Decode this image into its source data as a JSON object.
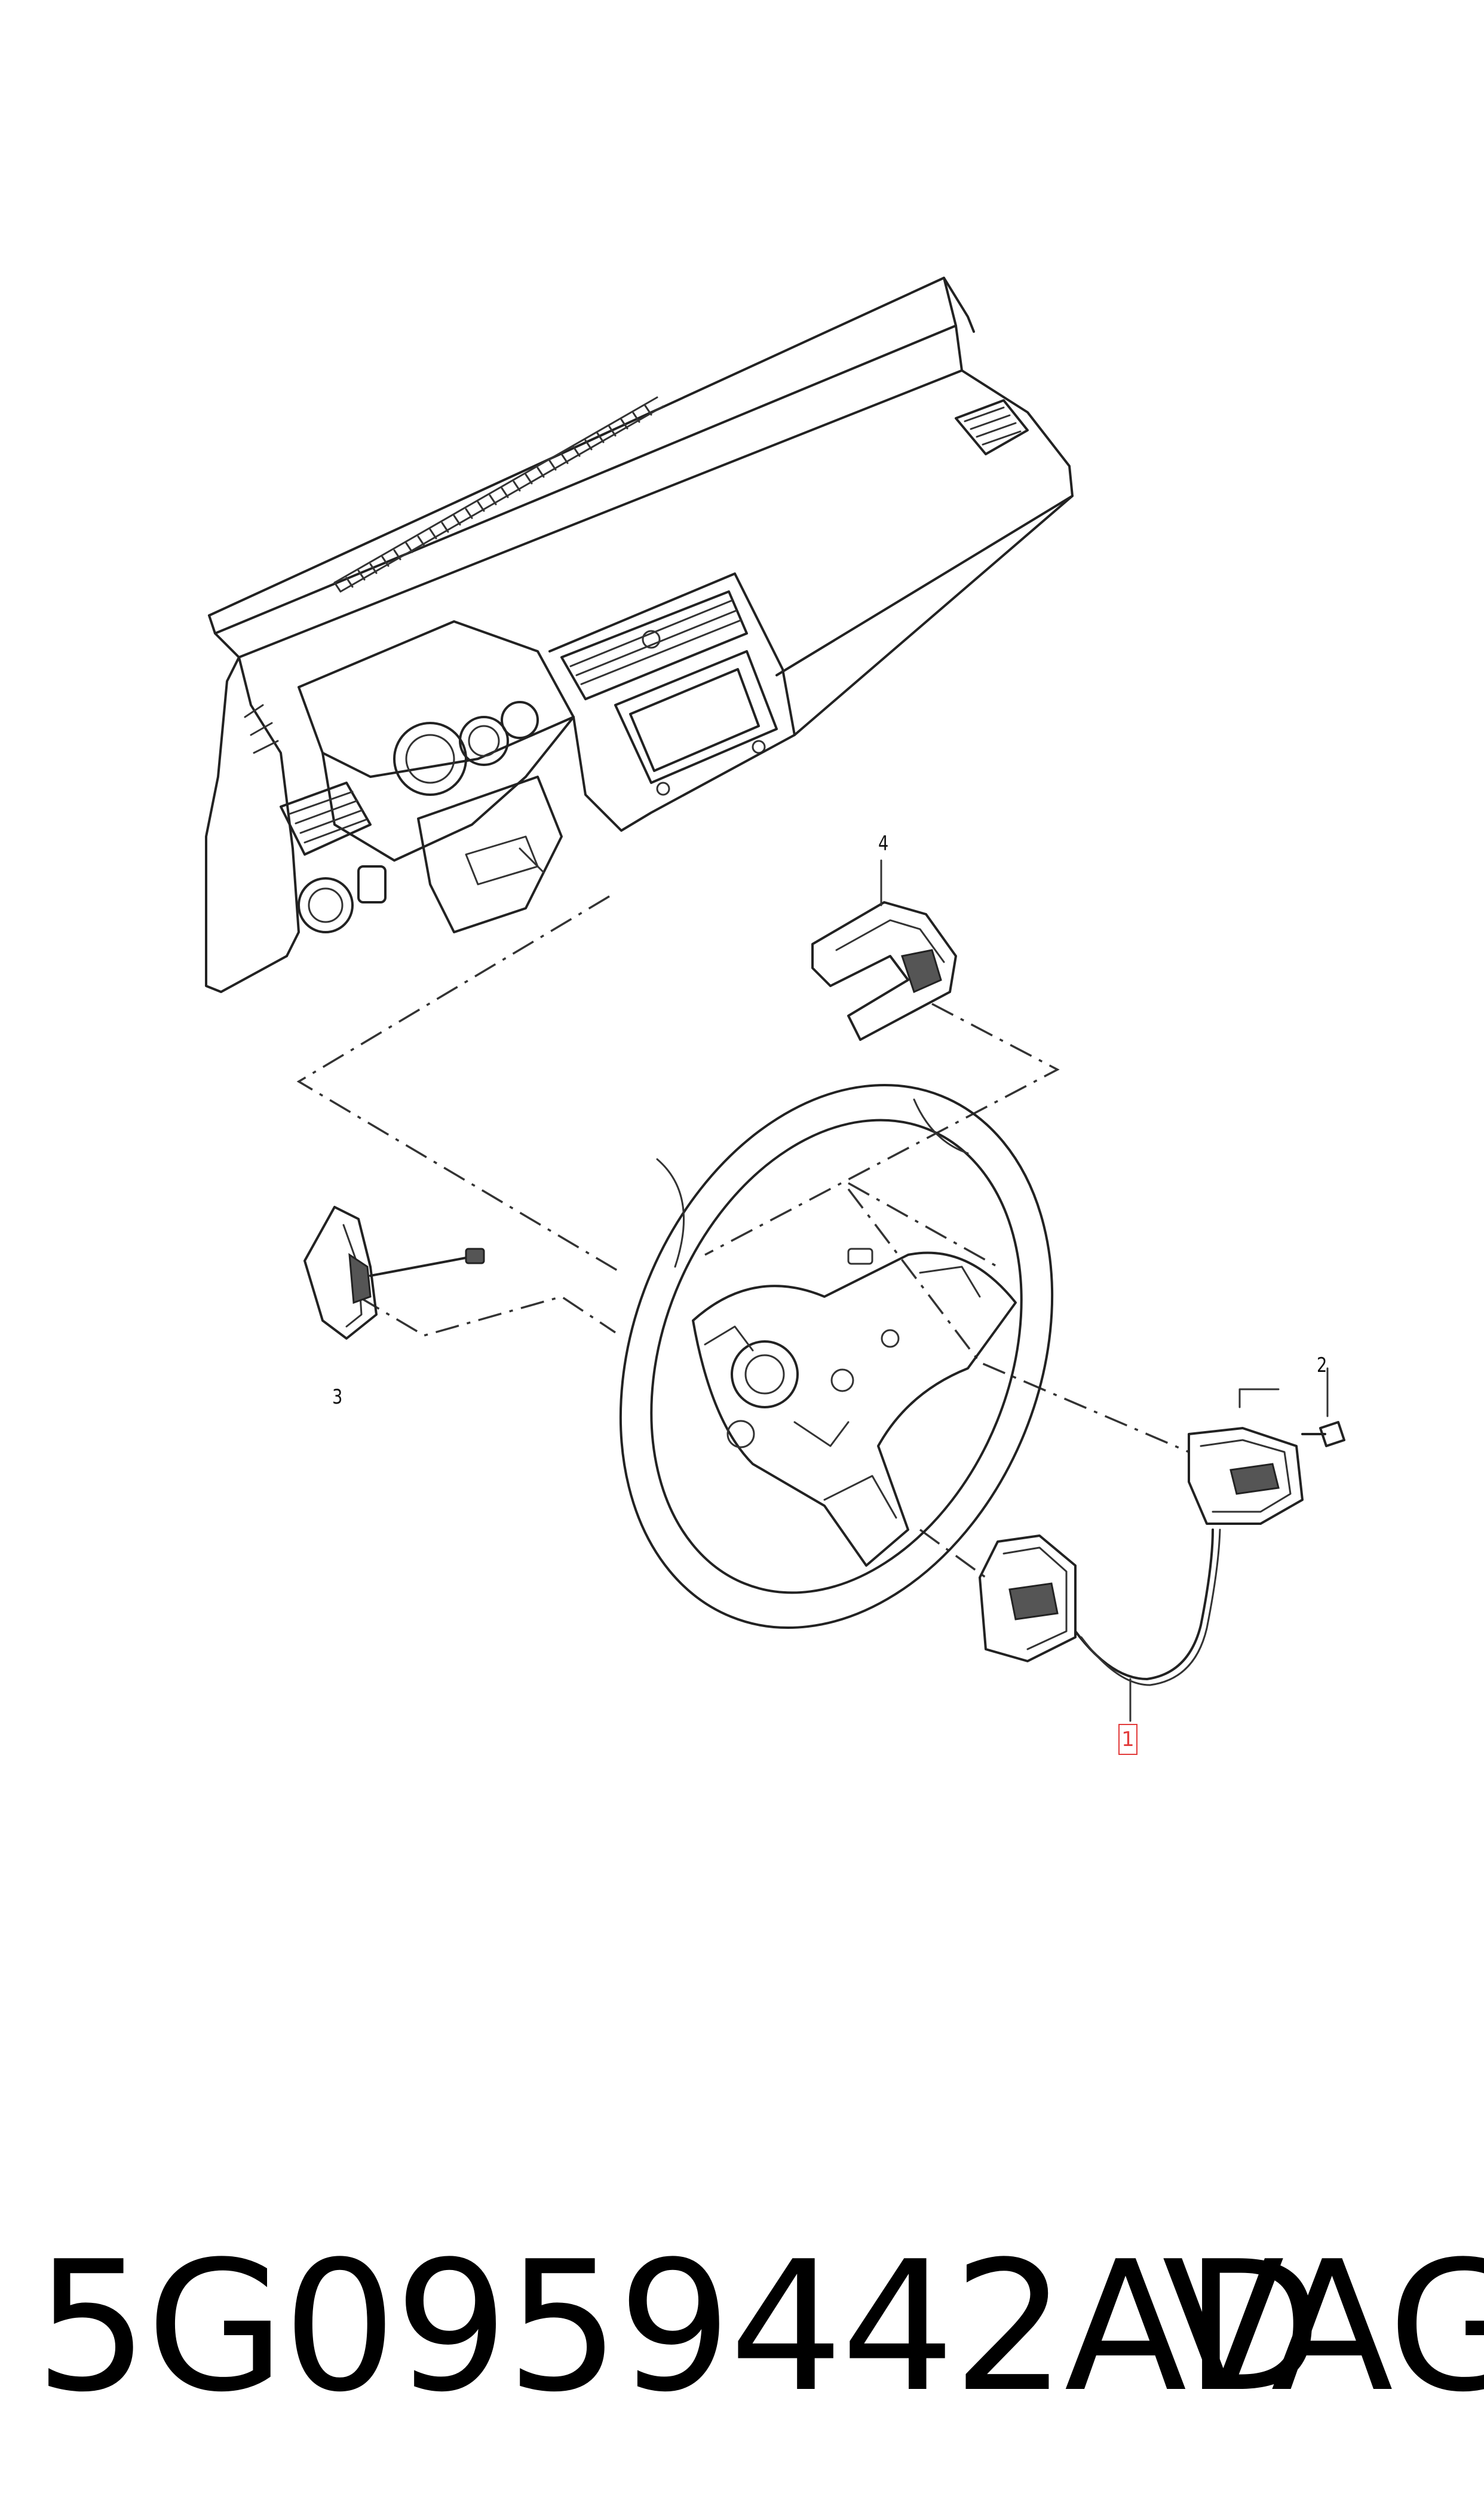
{
  "diagram": {
    "callouts": [
      {
        "id": "1",
        "label": "1",
        "highlighted": true,
        "highlight_color": "#e23b3b"
      },
      {
        "id": "2",
        "label": "2",
        "highlighted": false
      },
      {
        "id": "3",
        "label": "3",
        "highlighted": false
      },
      {
        "id": "4",
        "label": "4",
        "highlighted": false
      }
    ]
  },
  "footer": {
    "part_number": "5G0959442AD",
    "brand": "VAG"
  },
  "colors": {
    "line": "#222222",
    "background": "#ffffff",
    "highlight": "#e23b3b"
  }
}
